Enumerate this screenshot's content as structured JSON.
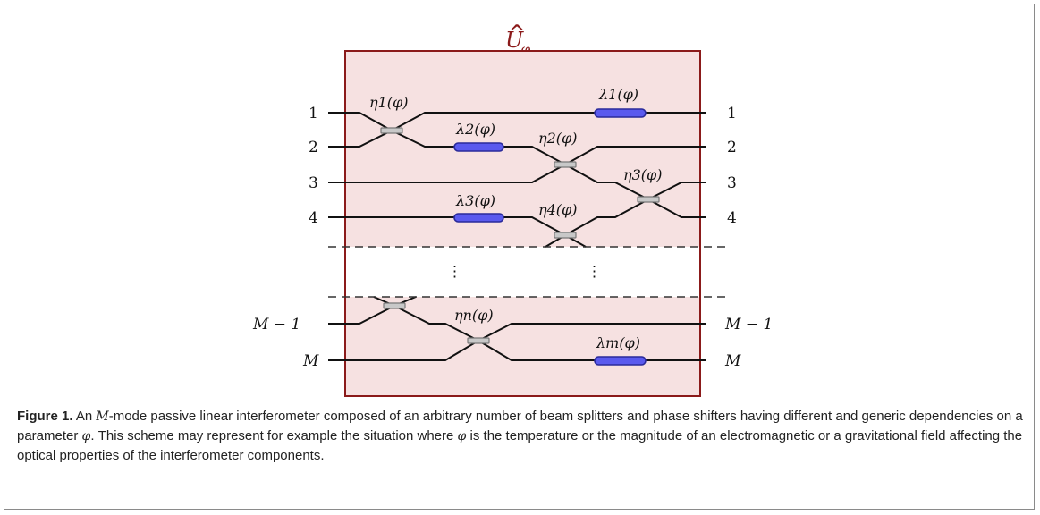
{
  "diagram": {
    "title_base": "U",
    "title_hat": "^",
    "title_sub": "φ",
    "inputs": [
      "1",
      "2",
      "3",
      "4"
    ],
    "outputs": [
      "1",
      "2",
      "3",
      "4"
    ],
    "bottom_inputs": [
      "M − 1",
      "M"
    ],
    "bottom_outputs": [
      "M − 1",
      "M"
    ],
    "beam_splitters": [
      "η1(φ)",
      "η2(φ)",
      "η3(φ)",
      "η4(φ)",
      "ηn(φ)"
    ],
    "phase_shifters": [
      "λ1(φ)",
      "λ2(φ)",
      "λ3(φ)",
      "λm(φ)"
    ],
    "ellipsis": "⋮",
    "colors": {
      "box_fill": "#f6e1e1",
      "box_border": "#8b1a1a",
      "phase_shifter": "#5a5aee",
      "beam_splitter": "#c8c8c8"
    }
  },
  "caption": {
    "label": "Figure 1.",
    "text_1": "An ",
    "m_symbol": "M",
    "text_2": "-mode passive linear interferometer composed of an arbitrary number of beam splitters and phase shifters having different and generic dependencies on a parameter ",
    "phi_1": "φ",
    "text_3": ". This scheme may represent for example the situation where ",
    "phi_2": "φ",
    "text_4": " is the temperature or the magnitude of an electromagnetic or a gravitational field affecting the optical properties of the interferometer components."
  }
}
